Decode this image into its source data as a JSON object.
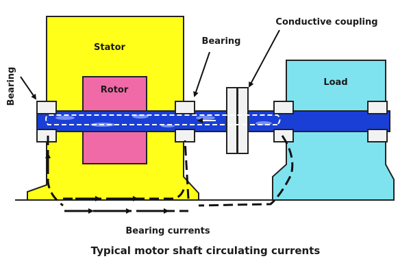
{
  "labels": {
    "stator": "Stator",
    "rotor": "Rotor",
    "load": "Load",
    "bearing_left": "Bearing",
    "bearing_top": "Bearing",
    "conductive_coupling": "Conductive coupling",
    "bearing_currents": "Bearing currents"
  },
  "caption": "Typical motor shaft circulating currents",
  "colors": {
    "stator": "#ffff1a",
    "rotor": "#f06aa8",
    "load": "#7fe3ef",
    "shaft": "#1a3fd6",
    "bearing": "#f2f2f2",
    "outline": "#222222"
  }
}
